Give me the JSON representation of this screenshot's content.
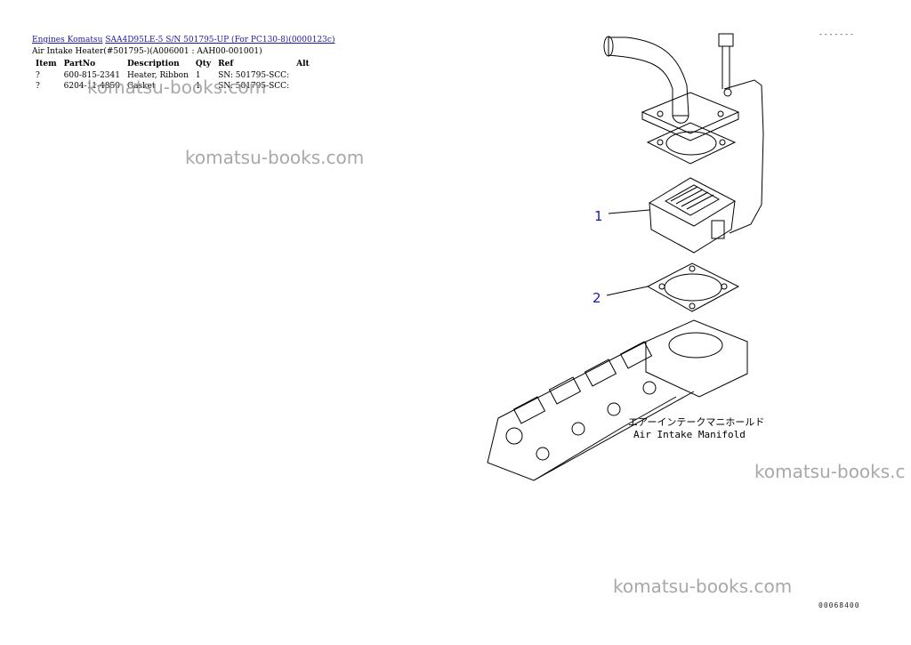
{
  "breadcrumb": {
    "root": "Engines Komatsu",
    "model": "SAA4D95LE-5 S/N 501795-UP (For PC130-8)(0000123c)"
  },
  "title": "Air Intake Heater(#501795-)(A006001 : AAH00-001001)",
  "table": {
    "headers": [
      "Item",
      "PartNo",
      "Description",
      "Qty",
      "Ref",
      "Alt"
    ],
    "rows": [
      {
        "item": "?",
        "partno": "600-815-2341",
        "description": "Heater, Ribbon",
        "qty": "1",
        "ref": "SN: 501795-SCC:",
        "alt": ""
      },
      {
        "item": "?",
        "partno": "6204-11-4850",
        "description": "Gasket",
        "qty": "1",
        "ref": "SN: 501795-SCC:",
        "alt": ""
      }
    ]
  },
  "watermarks": [
    "komatsu-books.com",
    "komatsu-books.com",
    "komatsu-books.c",
    "komatsu-books.com"
  ],
  "diagram": {
    "callout_1": "1",
    "callout_2": "2",
    "label_jp": "エアーインテークマニホールド",
    "label_en": "Air Intake Manifold",
    "figure_code": "00068400",
    "top_code": "-------"
  }
}
